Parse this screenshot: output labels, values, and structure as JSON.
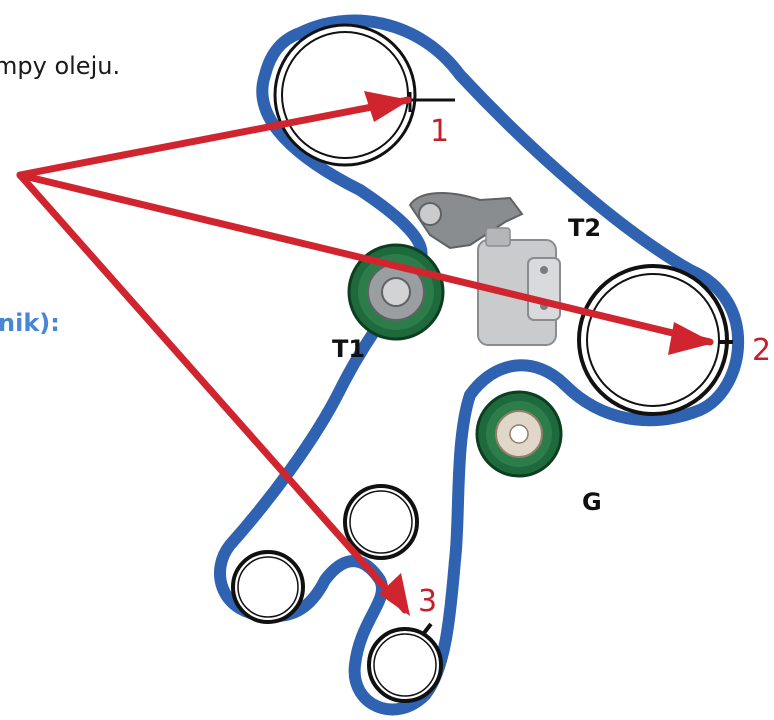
{
  "text": {
    "top_fragment": "mpy oleju.",
    "left_fragment": "nik):"
  },
  "labels": {
    "t2": "T2",
    "t1": "T1",
    "g": "G",
    "mark_1": "1",
    "mark_2": "2",
    "mark_3": "3"
  },
  "components": {
    "belt": "timing-belt",
    "pulley_top": "camshaft-pulley-1",
    "pulley_right": "camshaft-pulley-2",
    "pulley_bottom": "crankshaft-pulley-3",
    "idler_left_lower": "idler-pulley-lower-left",
    "idler_left_upper": "idler-pulley-upper",
    "tensioner_t1": "tensioner-pulley-t1",
    "tensioner_t2": "hydraulic-tensioner-t2",
    "guide_g": "guide-pulley-g"
  },
  "colors": {
    "belt": "#2f63b2",
    "arrow": "#d0252f",
    "pulley_outline": "#111111",
    "label_red": "#c2202b",
    "label_blue": "#4a86d6",
    "roller_green": "#1f6a3c"
  }
}
